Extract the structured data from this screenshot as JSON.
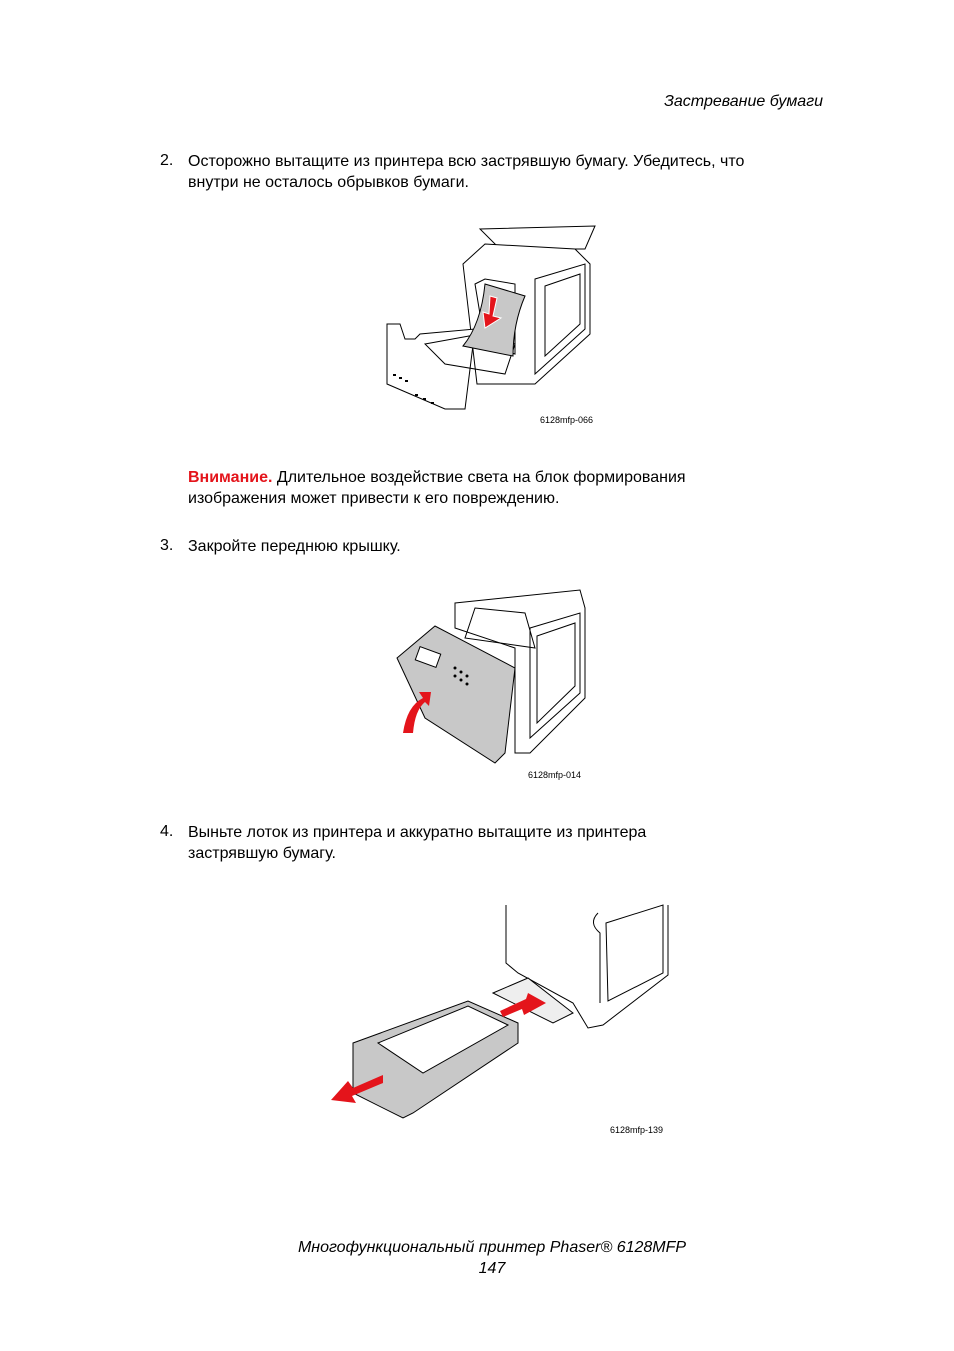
{
  "header": {
    "section_title": "Застревание бумаги"
  },
  "steps": [
    {
      "number": "2.",
      "lines": [
        "Осторожно вытащите из принтера всю застрявшую бумагу. Убедитесь, что",
        "внутри не осталось обрывков бумаги."
      ]
    },
    {
      "number": "3.",
      "lines": [
        "Закройте переднюю крышку."
      ]
    },
    {
      "number": "4.",
      "lines": [
        "Выньте лоток из принтера и аккуратно вытащите из принтера",
        "застрявшую бумагу."
      ]
    }
  ],
  "warning": {
    "label": "Внимание.",
    "lines": [
      " Длительное воздействие света на блок формирования",
      "изображения может привести к его повреждению."
    ]
  },
  "figures": [
    {
      "caption": "6128mfp-066"
    },
    {
      "caption": "6128mfp-014"
    },
    {
      "caption": "6128mfp-139"
    }
  ],
  "colors": {
    "arrow": "#e4141b",
    "warning": "#e4141b",
    "panel": "#c8c8c8"
  },
  "footer": {
    "product": "Многофункциональный принтер Phaser® 6128MFP",
    "page": "147"
  }
}
